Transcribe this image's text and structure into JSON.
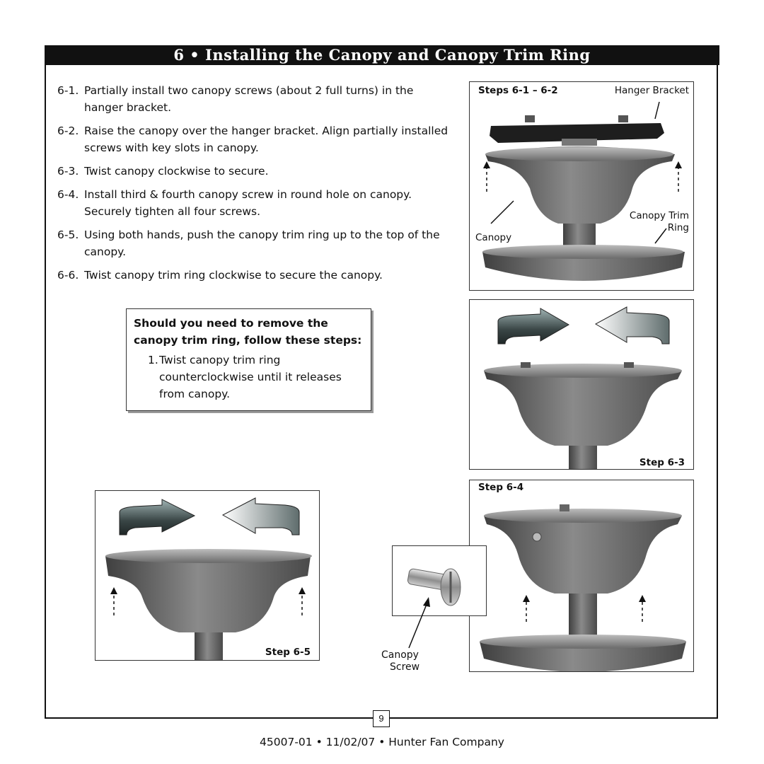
{
  "title": "6 • Installing the Canopy and Canopy Trim Ring",
  "steps": [
    {
      "num": "6-1.",
      "text": "Partially install two canopy screws (about 2 full turns) in the hanger bracket."
    },
    {
      "num": "6-2.",
      "text": "Raise the canopy over the hanger bracket. Align partially installed screws with key slots in canopy."
    },
    {
      "num": "6-3.",
      "text": "Twist canopy clockwise to secure."
    },
    {
      "num": "6-4.",
      "text": "Install third  & fourth canopy screw in round hole on canopy. Securely tighten all four screws."
    },
    {
      "num": "6-5.",
      "text": "Using both hands, push the canopy trim ring up to the top of the canopy."
    },
    {
      "num": "6-6.",
      "text": "Twist canopy trim ring clockwise to secure the canopy."
    }
  ],
  "note": {
    "heading": "Should you need to remove the canopy trim ring, follow these steps:",
    "num": "1.",
    "text": "Twist canopy trim ring counterclockwise until it releases from canopy."
  },
  "figures": {
    "fig1": {
      "step": "Steps 6-1 – 6-2",
      "hanger": "Hanger Bracket",
      "trim_1": "Canopy Trim",
      "trim_2": "Ring",
      "canopy": "Canopy"
    },
    "fig2": {
      "step": "Step 6-3"
    },
    "fig3": {
      "step": "Step 6-4"
    },
    "fig4": {
      "step": "Step 6-5"
    },
    "screw": {
      "label_1": "Canopy",
      "label_2": "Screw"
    }
  },
  "page_number": "9",
  "footer": "45007-01  •  11/02/07  •  Hunter Fan Company"
}
